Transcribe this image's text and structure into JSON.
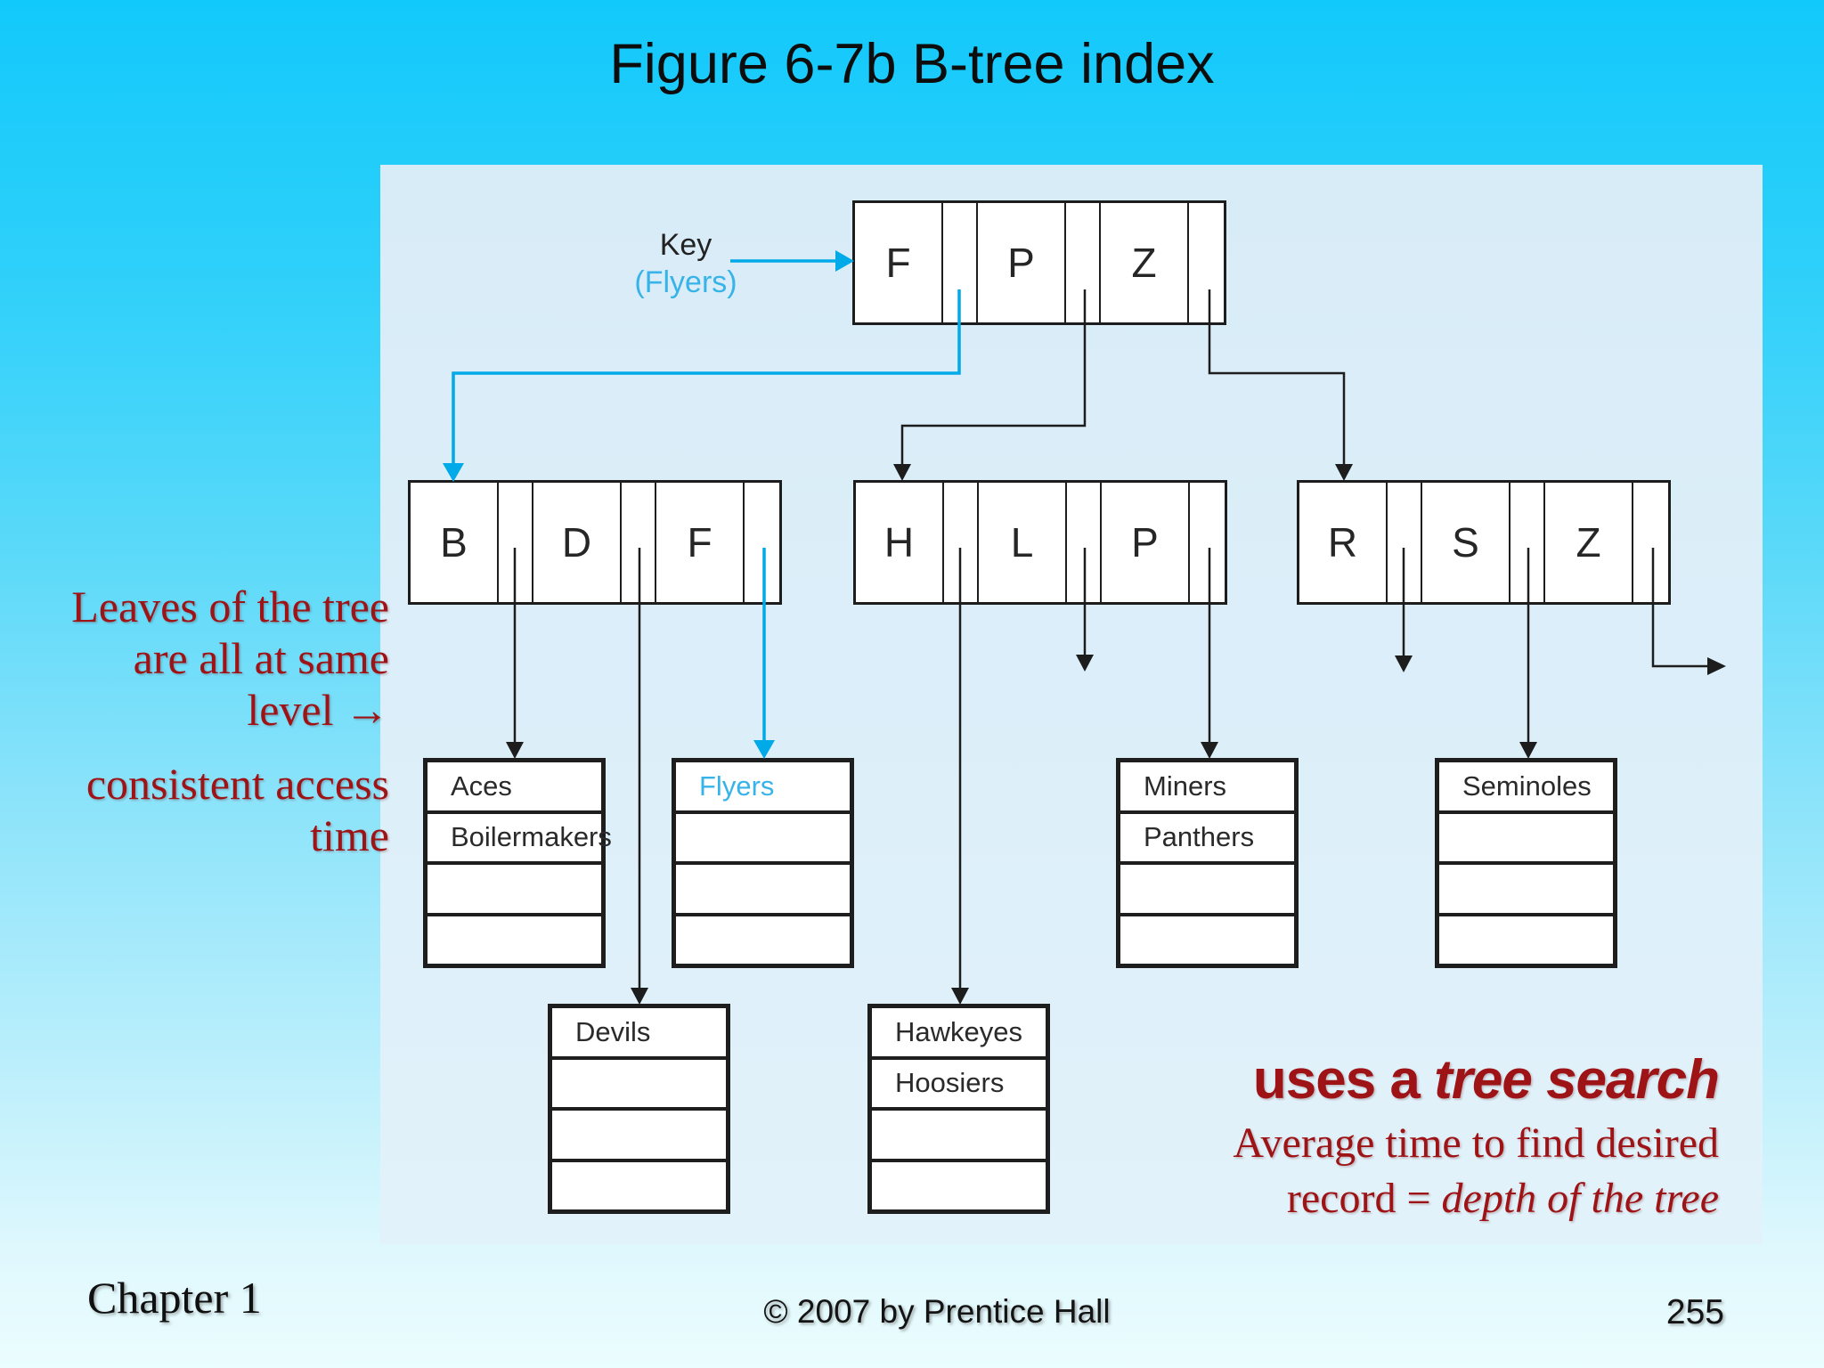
{
  "title": "Figure 6-7b B-tree index",
  "key_label": {
    "line1": "Key",
    "line2": "(Flyers)"
  },
  "side_note": {
    "l1": "Leaves of the tree",
    "l2": "are all at same",
    "l3": "level →",
    "l4": "consistent access",
    "l5": "time"
  },
  "tree": {
    "root": {
      "keys": [
        "F",
        "P",
        "Z"
      ]
    },
    "internal": [
      {
        "keys": [
          "B",
          "D",
          "F"
        ]
      },
      {
        "keys": [
          "H",
          "L",
          "P"
        ]
      },
      {
        "keys": [
          "R",
          "S",
          "Z"
        ]
      }
    ],
    "leaves": [
      {
        "rows": [
          "Aces",
          "Boilermakers",
          "",
          ""
        ]
      },
      {
        "rows": [
          "Flyers",
          "",
          "",
          ""
        ],
        "highlight": true
      },
      {
        "rows": [
          "Miners",
          "Panthers",
          "",
          ""
        ]
      },
      {
        "rows": [
          "Seminoles",
          "",
          "",
          ""
        ]
      },
      {
        "rows": [
          "Devils",
          "",
          "",
          ""
        ]
      },
      {
        "rows": [
          "Hawkeyes",
          "Hoosiers",
          "",
          ""
        ]
      }
    ]
  },
  "annotation": {
    "heading_roman": "uses a ",
    "heading_italic": "tree search",
    "line1": "Average time to find desired",
    "line2_roman": "record = ",
    "line2_italic": "depth of the tree"
  },
  "footer": {
    "chapter": "Chapter 1",
    "copyright": "© 2007 by Prentice Hall",
    "page": "255"
  },
  "colors": {
    "accent_cyan": "#00a9e8",
    "flyers_text": "#38b3e8",
    "dark_red": "#9d1316",
    "panel_bg": "#d8ecf8",
    "line_black": "#1d1d1d"
  }
}
